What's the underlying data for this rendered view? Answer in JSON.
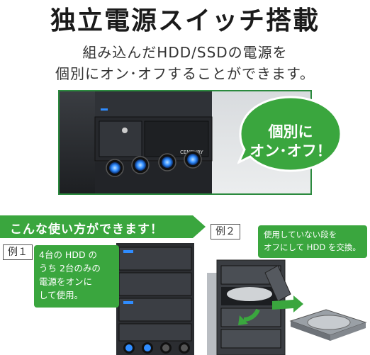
{
  "header": {
    "title": "独立電源スイッチ搭載",
    "subtitle_line1": "組み込んだHDD/SSDの電源を",
    "subtitle_line2": "個別にオン･オフすることができます。"
  },
  "product_photo": {
    "brand_text": "CENTURY"
  },
  "callout_bubble": {
    "line1": "個別に",
    "line2": "オン･オフ！"
  },
  "usage_section": {
    "banner": "こんな使い方ができます！",
    "example1": {
      "label": "例１",
      "note_lines": [
        "4台の HDD の",
        "うち 2台のみの",
        "電源をオンに",
        "して使用。"
      ]
    },
    "example2": {
      "label": "例２",
      "note_lines": [
        "使用していない段を",
        "オフにして HDD を交換。"
      ]
    }
  },
  "colors": {
    "accent_green": "#3aa63e",
    "dark_green": "#2b8a3e",
    "power_led_blue": "#2f8cff",
    "chassis": "#2a2c30"
  }
}
